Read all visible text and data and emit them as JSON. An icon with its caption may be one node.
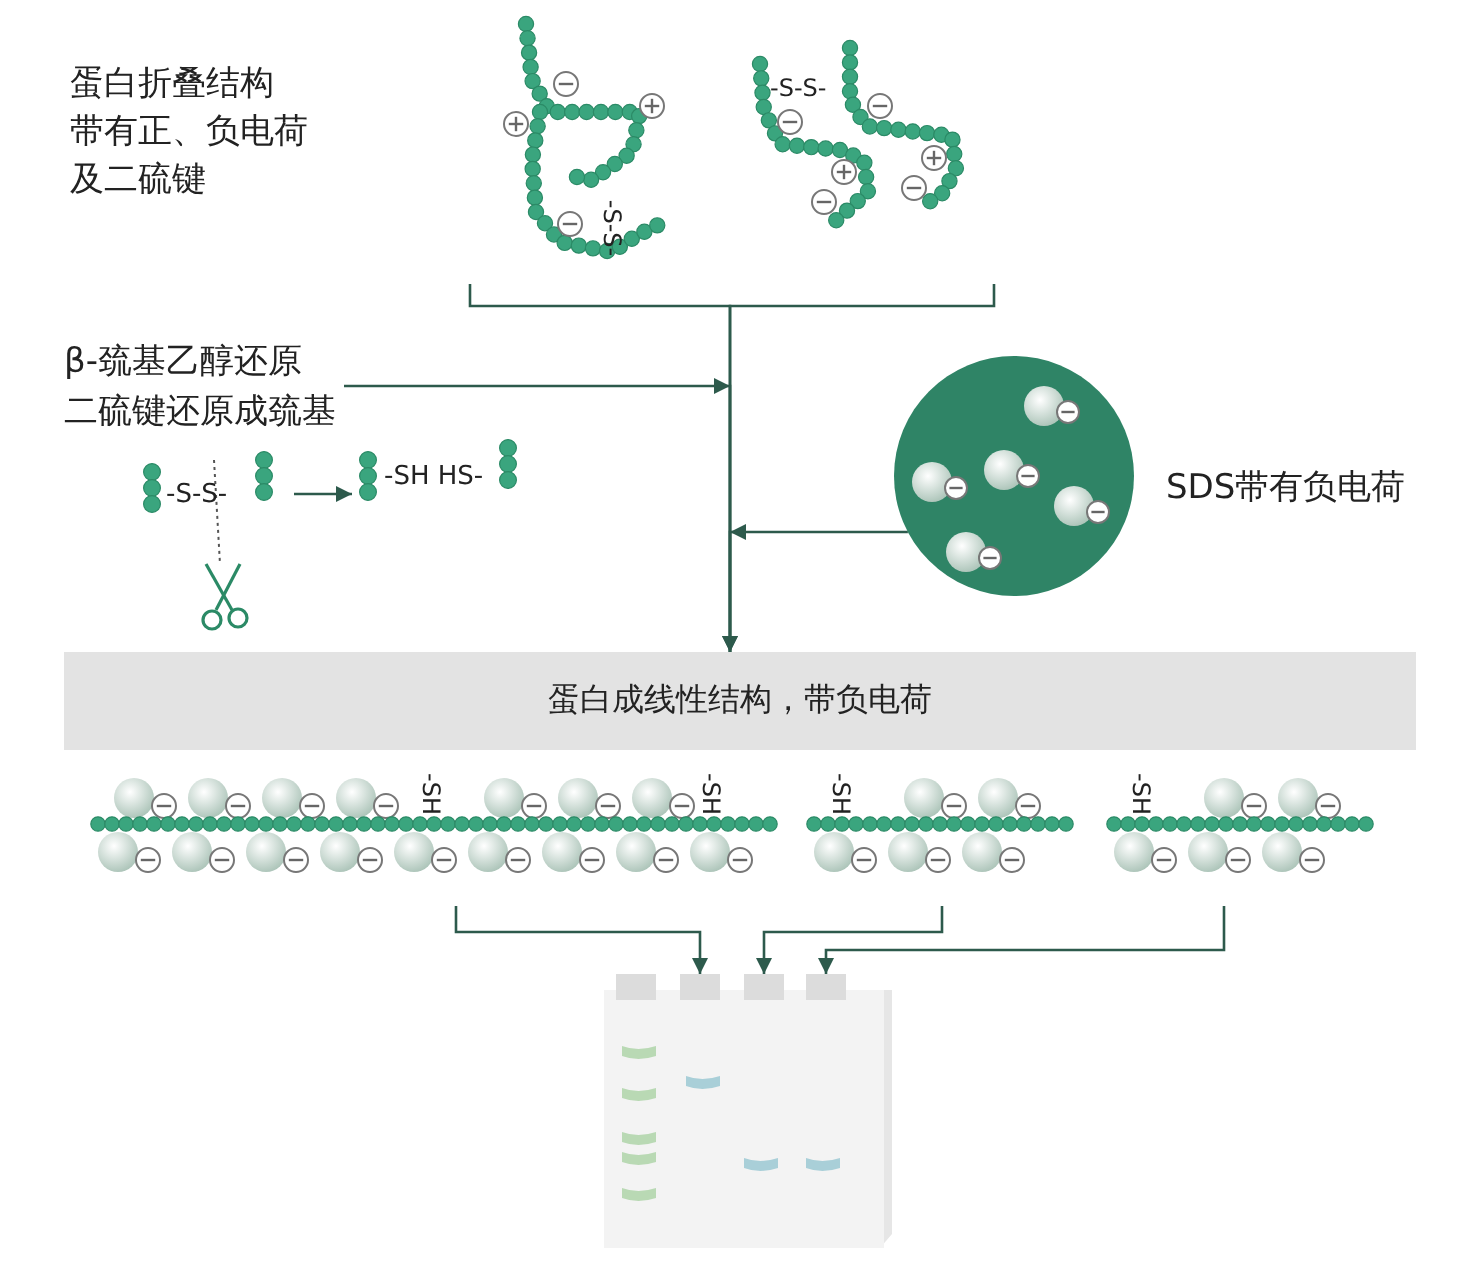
{
  "diagram": {
    "nodes": [
      {
        "text": [
          "-S-S-"
        ]
      },
      {
        "text": [
          "-S-S-"
        ]
      },
      {
        "text": [
          "β-巯基乙醇还原",
          "二硫键还原成巯基"
        ]
      },
      {
        "text": [
          "-S-S-"
        ]
      },
      {
        "text": [
          "-SH HS-"
        ]
      },
      {
        "text": [],
        "shape": "circle",
        "beside": [
          "SDS带有负电荷"
        ]
      },
      {
        "text": [
          "蛋白成线性结构，带负电荷"
        ]
      },
      {
        "text": [
          "-SH",
          "-SH"
        ]
      },
      {
        "text": [
          "-SH"
        ]
      },
      {
        "text": [
          "-SH"
        ]
      },
      {
        "text": [],
        "shape": "picture"
      }
    ],
    "edges": [
      {
        "from": 0,
        "to": 6,
        "arrow": "to"
      },
      {
        "from": 1,
        "to": 6,
        "arrow": "to"
      },
      {
        "from": 2,
        "to": 6,
        "arrow": "to"
      },
      {
        "from": 3,
        "to": 4,
        "arrow": "to"
      },
      {
        "from": 5,
        "to": 6,
        "arrow": "to"
      },
      {
        "from": 7,
        "to": 10,
        "arrow": "to"
      },
      {
        "from": 8,
        "to": 10,
        "arrow": "to"
      },
      {
        "from": 9,
        "to": 10,
        "arrow": "to"
      }
    ],
    "labels": [
      "蛋白折叠结构",
      "带有正、负电荷",
      "及二硫键"
    ]
  }
}
